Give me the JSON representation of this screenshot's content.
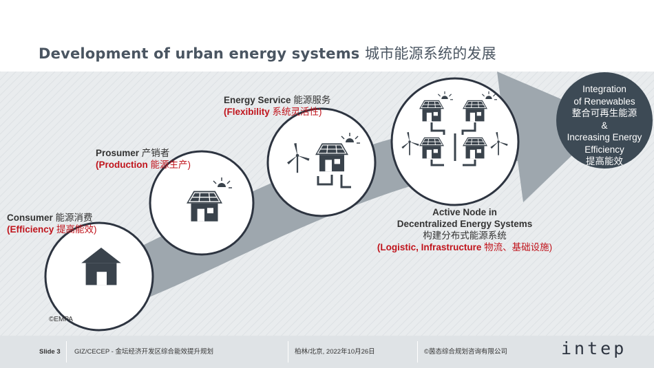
{
  "title": {
    "en": "Development of urban energy systems",
    "zh": "城市能源系统的发展"
  },
  "stages": {
    "consumer": {
      "en": "Consumer",
      "zh": "能源消费",
      "focus": "(Efficiency",
      "focus_zh": "提高能效)"
    },
    "prosumer": {
      "en": "Prosumer",
      "zh": "产销者",
      "focus": "(Production",
      "focus_zh": "能源生产)"
    },
    "service": {
      "en": "Energy Service",
      "zh": "能源服务",
      "focus": "(Flexibility",
      "focus_zh": "系统灵活性)"
    },
    "active_node": {
      "line1": "Active Node in",
      "line2": "Decentralized Energy Systems",
      "zh": "构建分布式能源系统",
      "focus": "(Logistic, Infrastructure",
      "focus_zh": "物流、基础设施)"
    }
  },
  "goal": {
    "line1": "Integration",
    "line2": "of Renewables",
    "line3": "整合可再生能源",
    "line4": "&",
    "line5": "Increasing Energy",
    "line6": "Efficiency",
    "line7": "提高能效"
  },
  "credit": "©EMPA",
  "footer": {
    "slide": "Slide 3",
    "project": "GIZ/CECEP - 金坛经济开发区综合能效提升规划",
    "place_date": "柏林/北京, 2022年10月26日",
    "copyright": "©茵态综合规划咨询有限公司",
    "logo": "intep"
  },
  "colors": {
    "title": "#4a5561",
    "accent_red": "#c0141c",
    "band_bg": "#e9ecee",
    "arrow": "#9ea7ae",
    "goal_circle": "#3d4a55",
    "icon": "#3a434c",
    "footer_bg": "#dfe3e6",
    "logo_green": "#46a83c"
  }
}
